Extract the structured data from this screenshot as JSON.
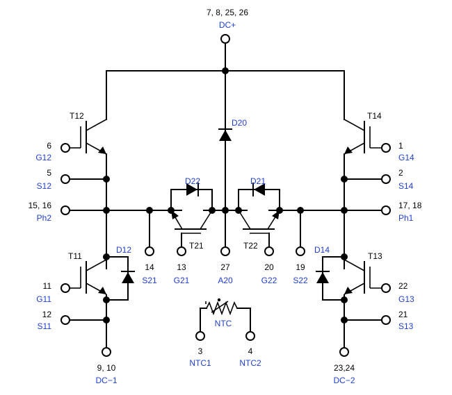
{
  "terminals": {
    "dc_plus": {
      "num": "7, 8, 25, 26",
      "name": "DC+"
    },
    "g12": {
      "num": "6",
      "name": "G12"
    },
    "s12": {
      "num": "5",
      "name": "S12"
    },
    "ph2": {
      "num": "15, 16",
      "name": "Ph2"
    },
    "g11": {
      "num": "11",
      "name": "G11"
    },
    "s11": {
      "num": "12",
      "name": "S11"
    },
    "dc_minus1": {
      "num": "9, 10",
      "name": "DC−1"
    },
    "s21": {
      "num": "14",
      "name": "S21"
    },
    "g21": {
      "num": "13",
      "name": "G21"
    },
    "a20": {
      "num": "27",
      "name": "A20"
    },
    "g22": {
      "num": "20",
      "name": "G22"
    },
    "s22": {
      "num": "19",
      "name": "S22"
    },
    "g14": {
      "num": "1",
      "name": "G14"
    },
    "s14": {
      "num": "2",
      "name": "S14"
    },
    "ph1": {
      "num": "17, 18",
      "name": "Ph1"
    },
    "g13": {
      "num": "22",
      "name": "G13"
    },
    "s13": {
      "num": "21",
      "name": "S13"
    },
    "dc_minus2": {
      "num": "23,24",
      "name": "DC−2"
    },
    "ntc1": {
      "num": "3",
      "name": "NTC1"
    },
    "ntc2": {
      "num": "4",
      "name": "NTC2"
    }
  },
  "devices": {
    "t12": "T12",
    "t14": "T14",
    "t11": "T11",
    "t13": "T13",
    "t21": "T21",
    "t22": "T22",
    "d20": "D20",
    "d22": "D22",
    "d21": "D21",
    "d12": "D12",
    "d14": "D14",
    "ntc": "NTC"
  }
}
